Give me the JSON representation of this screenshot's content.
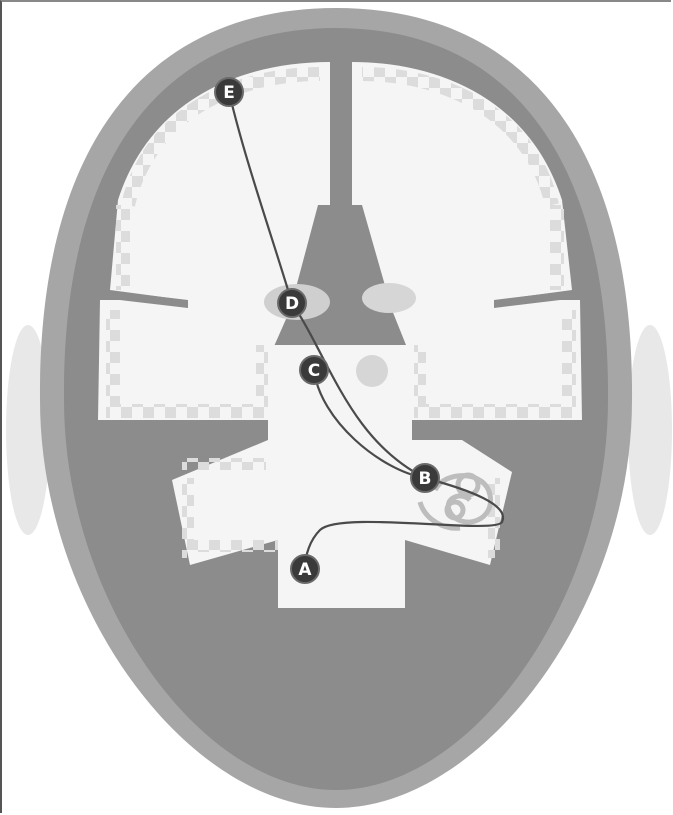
{
  "diagram": {
    "nodes": [
      {
        "id": "A",
        "label": "A"
      },
      {
        "id": "B",
        "label": "B"
      },
      {
        "id": "C",
        "label": "C"
      },
      {
        "id": "D",
        "label": "D"
      },
      {
        "id": "E",
        "label": "E"
      }
    ],
    "paths": [
      {
        "from": "E",
        "to": "D"
      },
      {
        "from": "D",
        "to": "B"
      },
      {
        "from": "C",
        "to": "B"
      },
      {
        "from": "B",
        "to": "A"
      }
    ],
    "colors": {
      "skull": "#a6a6a6",
      "outer_tissue": "#8c8c8c",
      "brain": "#f5f5f5",
      "dotted_edge": "#dcdcdc",
      "structure": "#cfcfcf",
      "node_fill": "#3a3a3a",
      "path": "#4a4a4a",
      "ear": "#e8e8e8"
    }
  }
}
